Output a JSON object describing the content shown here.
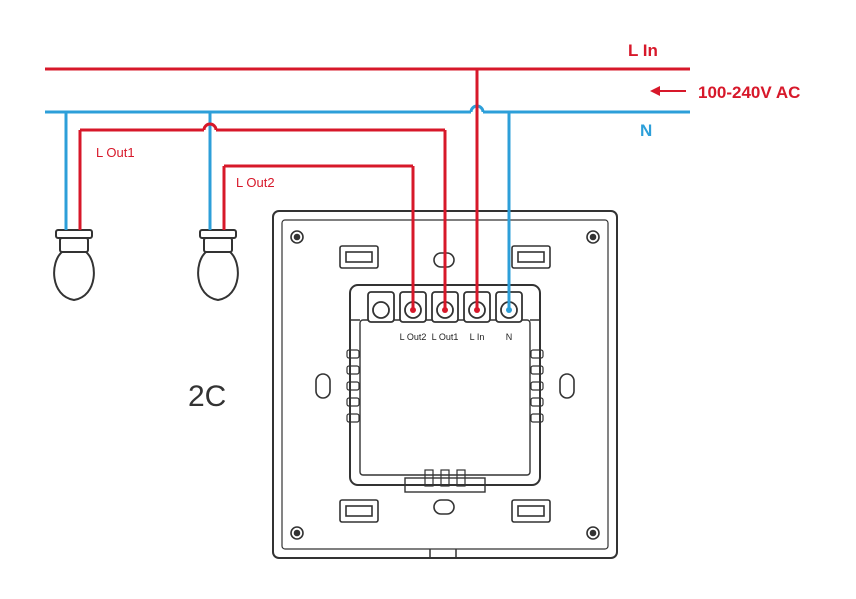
{
  "labels": {
    "l_in": "L In",
    "supply": "100-240V AC",
    "neutral": "N",
    "l_out1": "L Out1",
    "l_out2": "L Out2",
    "model": "2C"
  },
  "terminals": [
    "L Out2",
    "L Out1",
    "L In",
    "N"
  ],
  "colors": {
    "live": "#d7182a",
    "neutral": "#2d9fd9",
    "outline": "#333333"
  }
}
